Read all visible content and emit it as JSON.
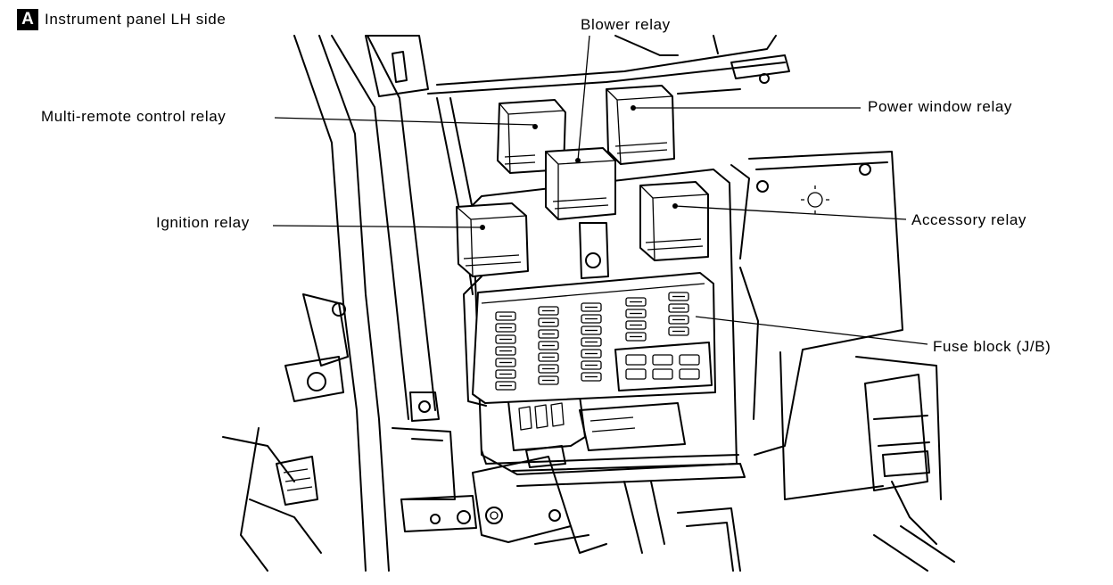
{
  "panel": {
    "badge": "A",
    "title": "Instrument panel LH side"
  },
  "labels": {
    "blower_relay": "Blower relay",
    "multi_remote": "Multi-remote control relay",
    "power_window": "Power window relay",
    "ignition": "Ignition relay",
    "accessory": "Accessory relay",
    "fuse_block": "Fuse block (J/B)"
  },
  "colors": {
    "ink": "#000000",
    "paper": "#ffffff"
  }
}
